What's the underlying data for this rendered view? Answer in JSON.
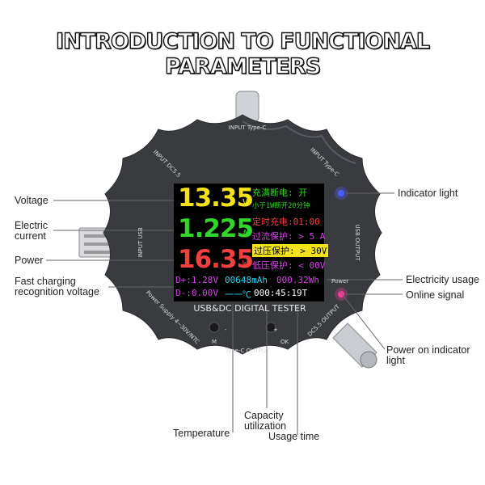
{
  "title": "INTRODUCTION TO FUNCTIONAL PARAMETERS",
  "callouts": {
    "voltage": "Voltage",
    "current": "Electric current",
    "power": "Power",
    "fast_charging": "Fast charging recognition voltage",
    "temperature": "Temperature",
    "capacity": "Capacity utilization",
    "usage_time": "Usage time",
    "indicator": "Indicator light",
    "electricity": "Electricity usage",
    "online": "Online signal",
    "power_on": "Power on indicator light"
  },
  "device": {
    "top_port": "INPUT Type-C",
    "top_right_port": "INPUT Type-C",
    "top_left_port": "INPUT DC5.5",
    "left_port": "INPUT USB",
    "right_port": "USB OUTPUT",
    "bottom_right_port": "DC5.5 OUTPUT",
    "bottom_port": "Type-C OUTPUT",
    "bottom_left_port": "Power Supply 4~30V/NTC",
    "brand_text": "USB&DC DIGITAL TESTER",
    "power_text": "Power",
    "button_m": "M",
    "button_ok": "OK",
    "minus": "-",
    "plus": "+"
  },
  "screen": {
    "voltage": "13.35",
    "voltage_unit": "V",
    "current": "1.225",
    "current_unit": "A",
    "power": "16.35",
    "power_unit": "W",
    "right_rows": [
      "充满断电: 开",
      "小于1W断开20分钟",
      "定时充电:01:00",
      "过流保护: > 5 A",
      "过压保护: > 30V",
      "低压保护: < 00V"
    ],
    "d_plus": "D+:1.28V",
    "capacity_mah": "00648mAh",
    "energy_wh": "000.32Wh",
    "d_minus": "D-:0.00V",
    "temp": "一一℃",
    "time": "000:45:19T"
  },
  "colors": {
    "voltage": "#f2e21c",
    "current": "#35d42c",
    "power": "#f04040",
    "cyan": "#29d6e8",
    "magenta": "#d246e0",
    "body": "#3a3b3f"
  }
}
